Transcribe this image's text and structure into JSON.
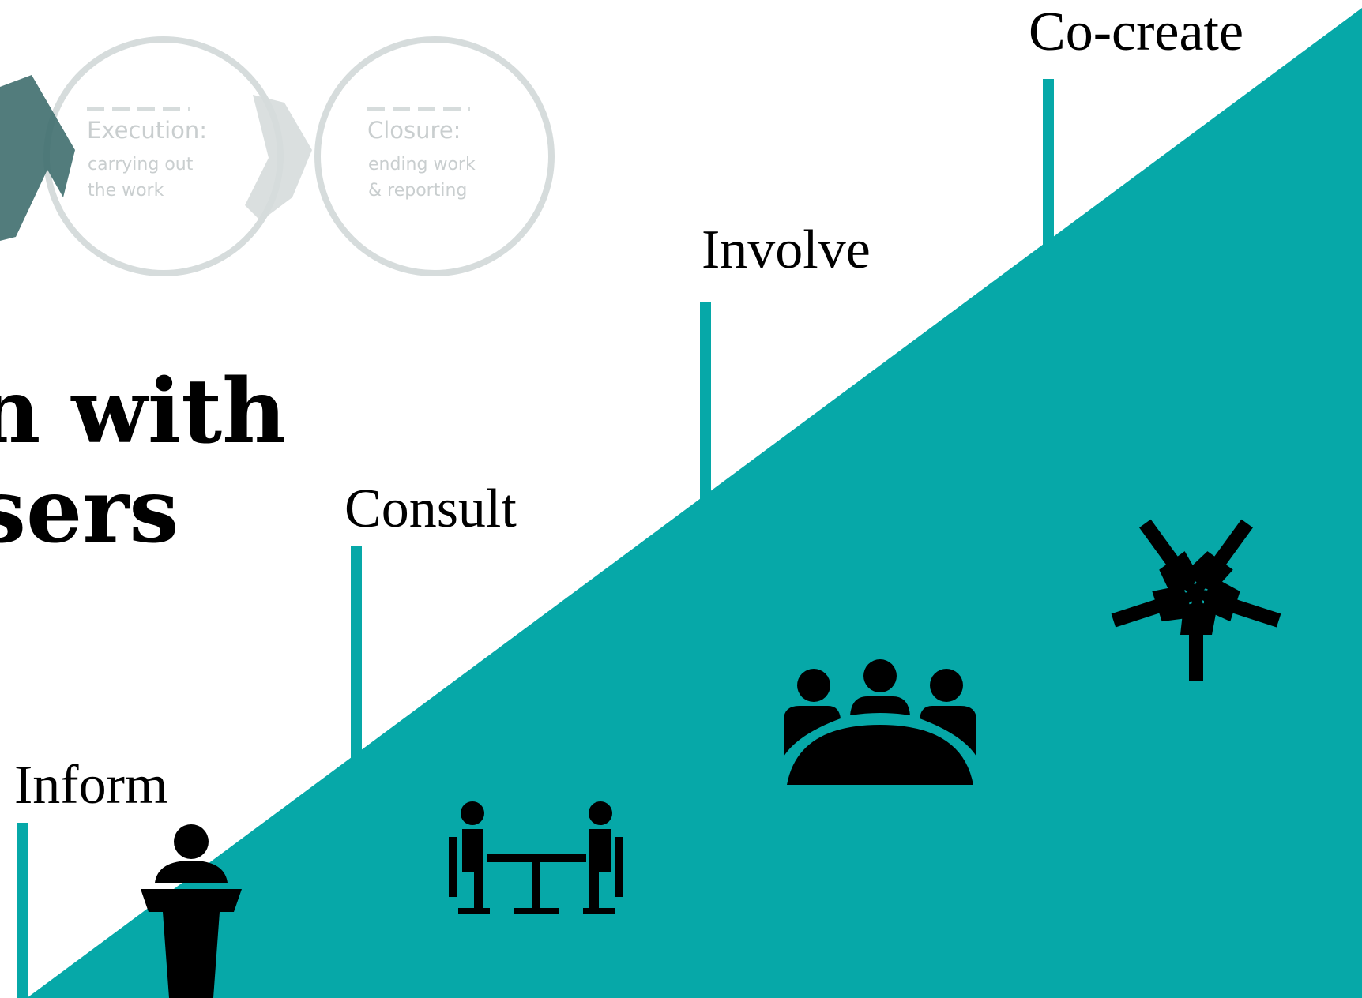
{
  "colors": {
    "accent": "#06a8a8",
    "faded_circle": "#d6dcdc",
    "dark_brush": "#3f6e6e",
    "icon": "#000000"
  },
  "process": [
    {
      "title": "Execution:",
      "lines": [
        "carrying out",
        "the work"
      ]
    },
    {
      "title": "Closure:",
      "lines": [
        "ending work",
        "& reporting"
      ]
    }
  ],
  "heading": {
    "line1": "n with",
    "line2": "sers"
  },
  "stages": [
    {
      "label": "Inform",
      "icon": "speaker-podium-icon"
    },
    {
      "label": "Consult",
      "icon": "two-people-table-icon"
    },
    {
      "label": "Involve",
      "icon": "group-meeting-icon"
    },
    {
      "label": "Co-create",
      "icon": "joined-hands-icon"
    }
  ]
}
